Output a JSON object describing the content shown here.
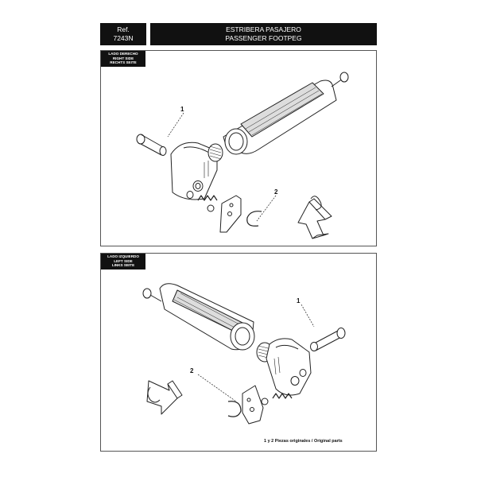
{
  "header": {
    "ref_label": "Ref.",
    "ref_code": "7243N",
    "title_es": "ESTRIBERA PASAJERO",
    "title_en": "PASSENGER FOOTPEG"
  },
  "panels": [
    {
      "side_lines": [
        "LADO DERECHO",
        "RIGHT SIDE",
        "RECHTS SEITE"
      ],
      "callouts": [
        "1",
        "2"
      ]
    },
    {
      "side_lines": [
        "LADO IZQUIERDO",
        "LEFT SIDE",
        "LINKS SEITE"
      ],
      "callouts": [
        "1",
        "2"
      ]
    }
  ],
  "footnote": "1 y 2   Piezas originales / Original parts",
  "colors": {
    "label_bg": "#111111",
    "label_text": "#ffffff",
    "line": "#222222"
  }
}
